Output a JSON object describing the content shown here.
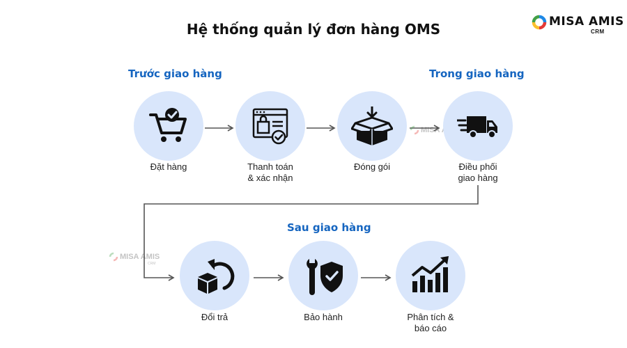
{
  "title": "Hệ thống quản lý đơn hàng OMS",
  "logo": {
    "wordmark": "MISA AMIS",
    "sub": "CRM"
  },
  "watermark": {
    "wordmark": "MISA AMIS",
    "sub": "CRM"
  },
  "stages": {
    "before": "Trước giao hàng",
    "during": "Trong giao hàng",
    "after": "Sau giao hàng"
  },
  "steps": [
    {
      "icon": "shopping-cart-icon",
      "line1": "Đặt hàng",
      "line2": ""
    },
    {
      "icon": "payment-confirm-icon",
      "line1": "Thanh toán",
      "line2": "& xác nhận"
    },
    {
      "icon": "package-box-icon",
      "line1": "Đóng gói",
      "line2": ""
    },
    {
      "icon": "delivery-truck-icon",
      "line1": "Điều phối",
      "line2": "giao hàng"
    },
    {
      "icon": "return-box-icon",
      "line1": "Đổi trả",
      "line2": ""
    },
    {
      "icon": "warranty-shield-icon",
      "line1": "Bảo hành",
      "line2": ""
    },
    {
      "icon": "analytics-chart-icon",
      "line1": "Phân tích &",
      "line2": "báo cáo"
    }
  ],
  "colors": {
    "accent": "#1565c0",
    "circle": "#d9e6fb",
    "arrow": "#555555",
    "icon": "#111111"
  }
}
